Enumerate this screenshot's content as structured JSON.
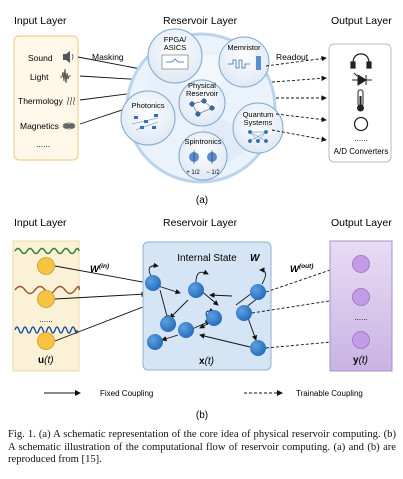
{
  "panel_a": {
    "input_title": "Input Layer",
    "reservoir_title": "Reservoir Layer",
    "output_title": "Output Layer",
    "inputs": [
      "Sound",
      "Light",
      "Thermology",
      "Magnetics",
      "......"
    ],
    "masking": "Masking",
    "readout": "Readout",
    "reservoirs": {
      "fpga": [
        "FPGA/",
        "ASICS"
      ],
      "memristor": "Memristor",
      "photonics": "Photonics",
      "physical": [
        "Physical",
        "Reservoir"
      ],
      "quantum": [
        "Quantum",
        "Systems"
      ],
      "spintronics": "Spintronics",
      "spin_plus": "+ 1/2",
      "spin_minus": "− 1/2"
    },
    "output_dots": "......",
    "converters": "A/D Converters",
    "label": "(a)"
  },
  "panel_b": {
    "input_title": "Input Layer",
    "reservoir_title": "Reservoir Layer",
    "output_title": "Output Layer",
    "internal_state": "Internal State",
    "w": "W",
    "w_in": "W",
    "w_in_sup": "(in)",
    "w_out": "W",
    "w_out_sup": "(out)",
    "input_dots": "......",
    "output_dots": "......",
    "u": "u",
    "t": "(t)",
    "x": "x",
    "y": "y",
    "fixed": "Fixed Coupling",
    "trainable": "Trainable Coupling",
    "label": "(b)"
  },
  "caption": {
    "fig": "Fig. 1.",
    "text": "(a) A schematic representation of the core idea of physical reservoir computing. (b) A schematic illustration of the computational flow of reservoir computing. (a) and (b) are reproduced from [15]."
  }
}
